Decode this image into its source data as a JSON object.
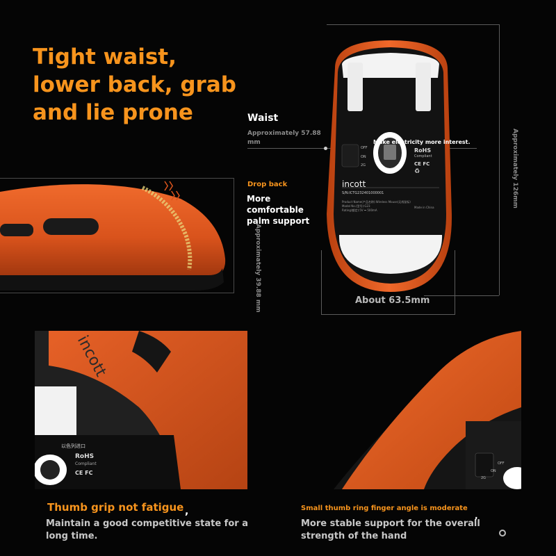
{
  "headline": [
    "Tight waist,",
    "lower back, grab",
    "and lie prone"
  ],
  "waist": {
    "label": "Waist",
    "measure": "Approximately 57.88 mm"
  },
  "overlay_text": "Make electricity more interest.",
  "dimensions": {
    "length": "Approximately 126mm",
    "height": "Approximately 39.88 mm",
    "width": "About 63.5mm"
  },
  "drop_back": {
    "title": "Drop back",
    "description": "More comfortable palm support"
  },
  "mouse_bottom": {
    "brand": "incott",
    "serial": "S/N:ICTG232401000001",
    "product_line": "Product Name(产品名称):Wireless Mouse(无线鼠标)",
    "model_line": "Model No.(型号):G23",
    "rating_line": "Rating(额定):5V ⎓ 500mA",
    "made_in": "Made in China",
    "rohs": "RoHS",
    "compliant": "Compliant",
    "marks": "CE FC",
    "switch_off": "OFF",
    "switch_on": "ON",
    "switch_2g": "2G"
  },
  "closeup_left": {
    "brand": "incott",
    "chinese_label": "以色列进口",
    "rohs": "RoHS",
    "compliant": "Compliant",
    "marks": "CE FC"
  },
  "closeup_right": {
    "switch_off": "OFF",
    "switch_on": "ON",
    "switch_2g": "2G"
  },
  "thumb_grip": {
    "title": "Thumb grip not fatigue",
    "title_punct": ",",
    "description": "Maintain a good competitive state for a long time."
  },
  "ring_finger": {
    "title": "Small thumb ring finger angle is moderate",
    "description": "More stable support for the overall strength of the hand",
    "punct": ","
  },
  "colors": {
    "accent": "#f7941d",
    "mouse_orange": "#e2571f",
    "background": "#050505"
  },
  "icons": [
    "chevron-icon",
    "recycle-icon",
    "sensor-icon"
  ]
}
